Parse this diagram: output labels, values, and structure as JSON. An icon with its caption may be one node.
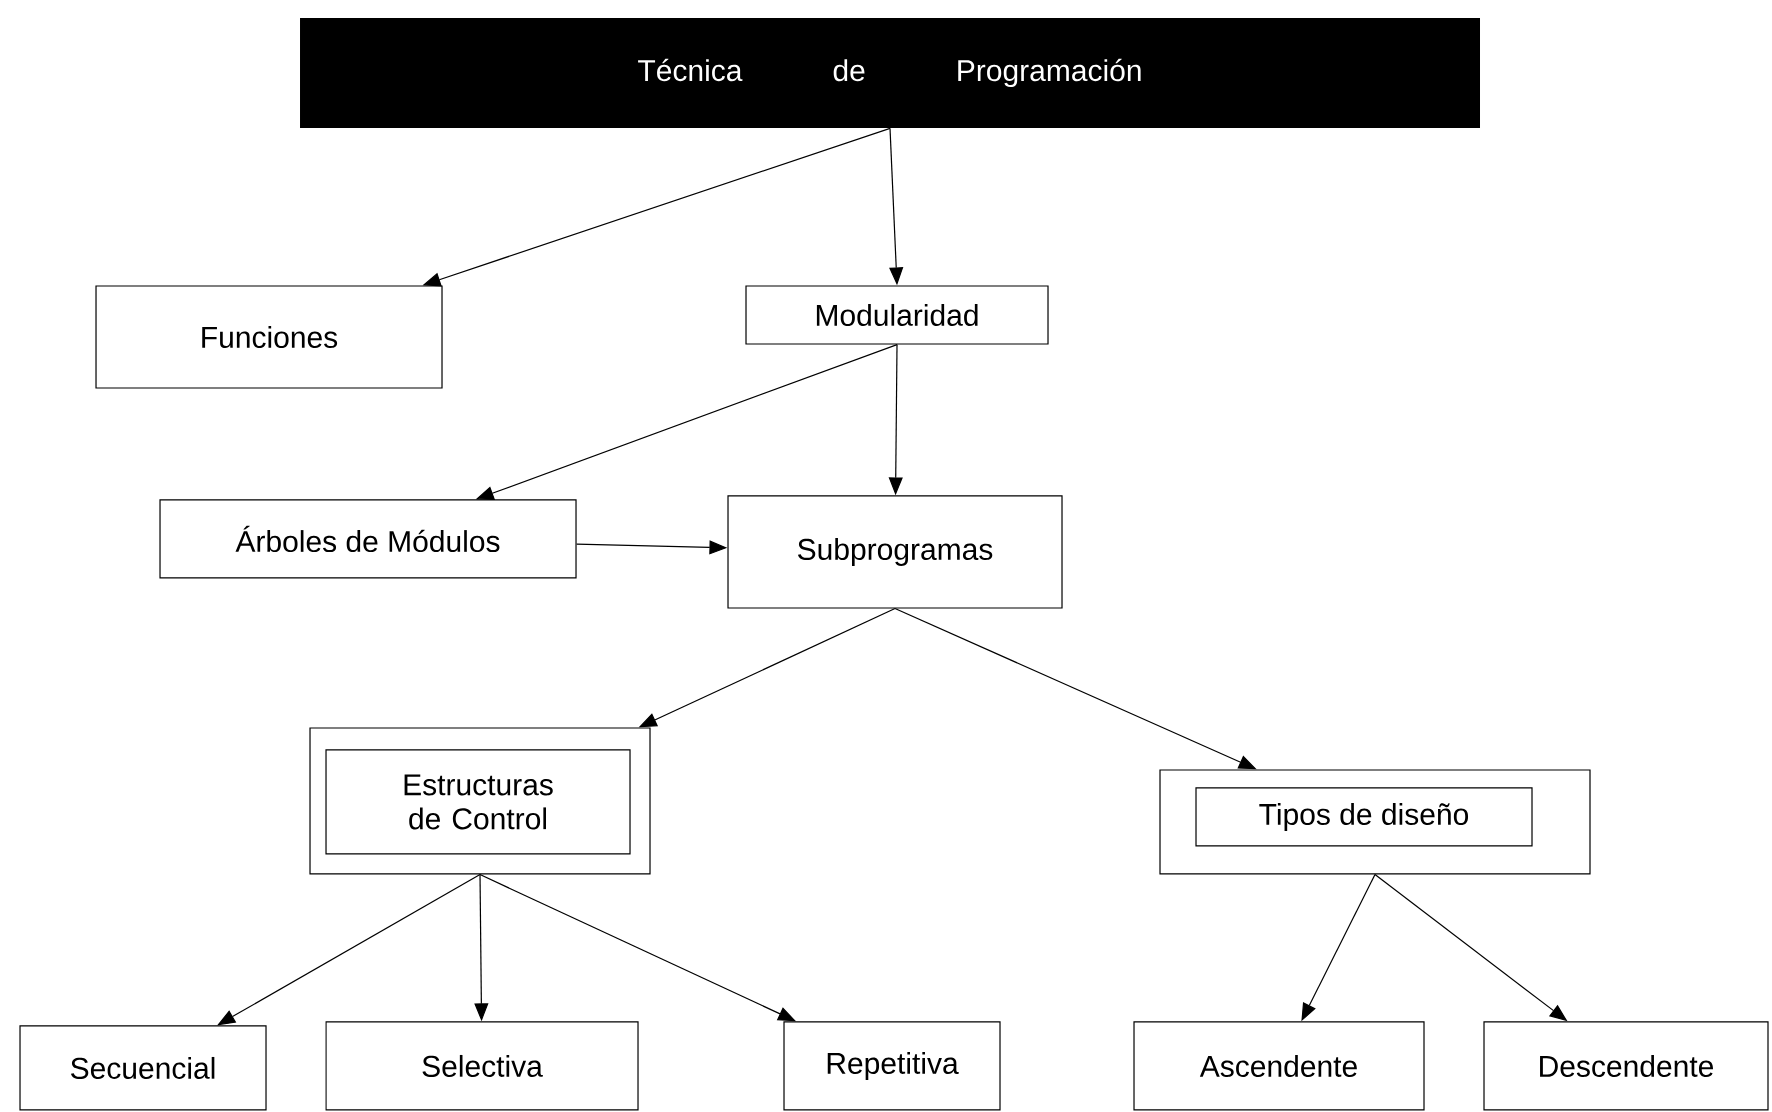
{
  "diagram": {
    "title": "Técnica de Programación",
    "nodes": [
      {
        "text": [
          "Funciones"
        ]
      },
      {
        "text": [
          "Modularidad"
        ]
      },
      {
        "text": [
          "Árboles de Módulos"
        ]
      },
      {
        "text": [
          "Subprogramas"
        ]
      },
      {
        "text": [],
        "shape": "box"
      },
      {
        "text": [
          "Estructuras de Control"
        ],
        "in": 4
      },
      {
        "text": [],
        "shape": "box"
      },
      {
        "text": [
          "Tipos de diseño"
        ],
        "in": 6
      },
      {
        "text": [
          "Secuencial"
        ]
      },
      {
        "text": [
          "Selectiva"
        ]
      },
      {
        "text": [
          "Repetitiva"
        ]
      },
      {
        "text": [
          "Ascendente"
        ]
      },
      {
        "text": [
          "Descendente"
        ]
      }
    ],
    "edges": [
      {
        "from": null,
        "to": 0,
        "arrow": "to"
      },
      {
        "from": null,
        "to": 1,
        "arrow": "to"
      },
      {
        "from": 1,
        "to": 2,
        "arrow": "to"
      },
      {
        "from": 1,
        "to": 3,
        "arrow": "to"
      },
      {
        "from": 2,
        "to": 3,
        "arrow": "to"
      },
      {
        "from": 3,
        "to": 4,
        "arrow": "to"
      },
      {
        "from": 3,
        "to": 6,
        "arrow": "to"
      },
      {
        "from": 4,
        "to": 8,
        "arrow": "to"
      },
      {
        "from": 4,
        "to": 9,
        "arrow": "to"
      },
      {
        "from": 4,
        "to": 10,
        "arrow": "to"
      },
      {
        "from": 6,
        "to": 11,
        "arrow": "to"
      },
      {
        "from": 6,
        "to": 12,
        "arrow": "to"
      }
    ]
  }
}
